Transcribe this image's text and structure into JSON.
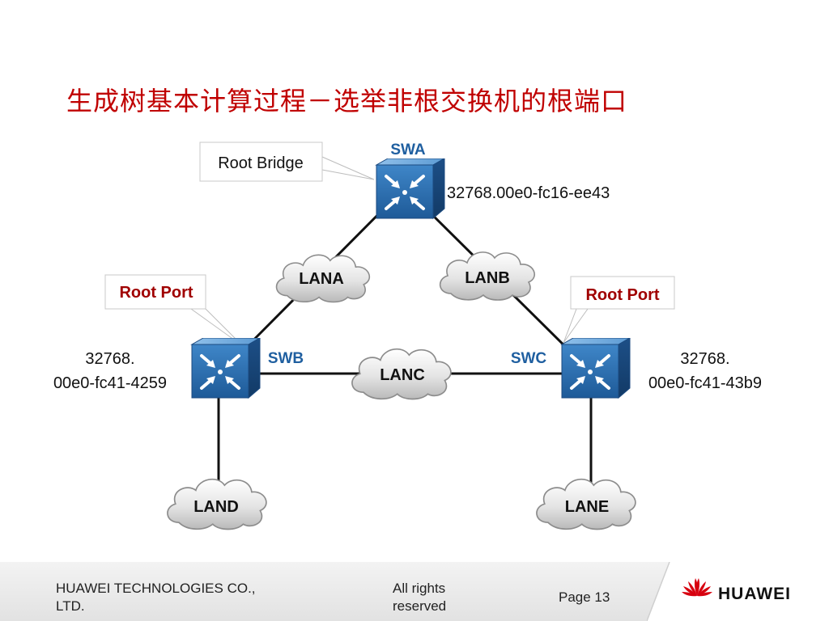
{
  "slide": {
    "title": "生成树基本计算过程－选举非根交换机的根端口",
    "root_bridge_callout": "Root Bridge",
    "root_port_left": "Root Port",
    "root_port_right": "Root Port"
  },
  "switches": {
    "swa": {
      "name": "SWA",
      "bridge_id": "32768.00e0-fc16-ee43"
    },
    "swb": {
      "name": "SWB",
      "bridge_id_line1": "32768.",
      "bridge_id_line2": "00e0-fc41-4259"
    },
    "swc": {
      "name": "SWC",
      "bridge_id_line1": "32768.",
      "bridge_id_line2": "00e0-fc41-43b9"
    }
  },
  "lans": {
    "lana": "LANA",
    "lanb": "LANB",
    "lanc": "LANC",
    "land": "LAND",
    "lane": "LANE"
  },
  "footer": {
    "company_line1": "HUAWEI TECHNOLOGIES CO.,",
    "company_line2": "LTD.",
    "rights_line1": "All rights",
    "rights_line2": "reserved",
    "page": "Page 13",
    "logo_text": "HUAWEI"
  },
  "colors": {
    "title": "#c00000",
    "switch_label": "#1f5fa0",
    "root_port": "#a00000",
    "switch_body": "#2f6fb0",
    "link": "#111111"
  },
  "icons": [
    "switch-icon",
    "cloud-icon",
    "huawei-logo-icon"
  ]
}
